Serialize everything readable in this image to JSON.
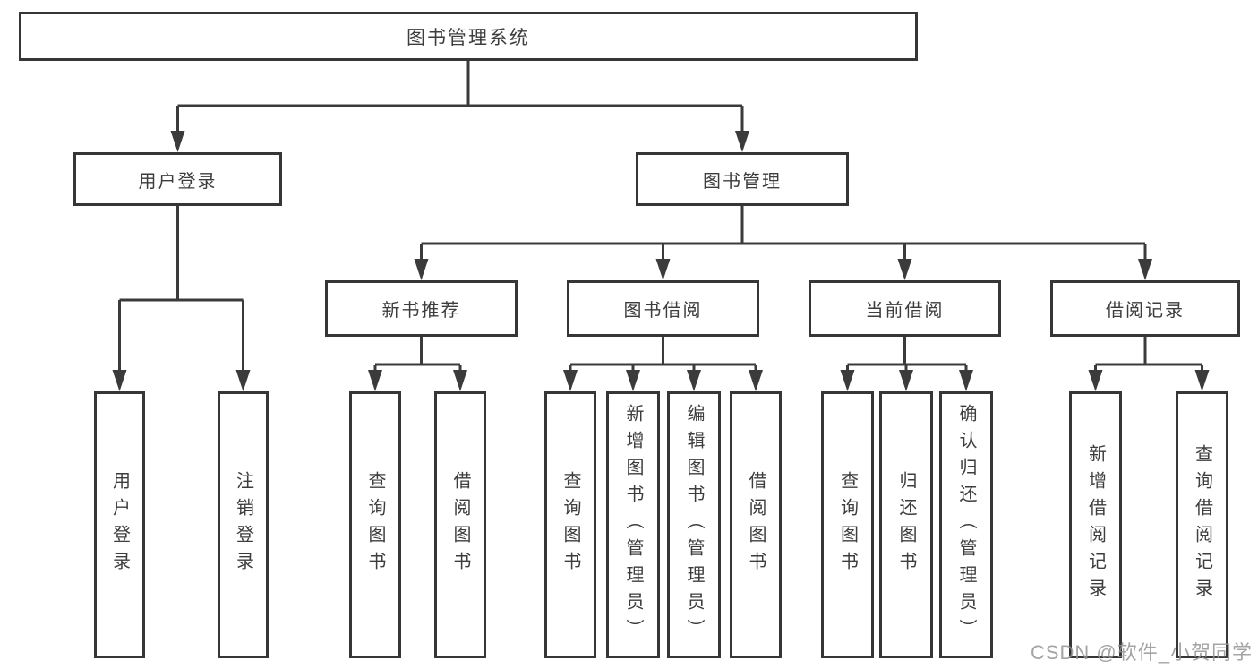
{
  "diagram": {
    "title": "图书管理系统",
    "watermark": "CSDN @软件_小贺同学",
    "colors": {
      "line": "#3b3b3b",
      "box_border": "#363636",
      "text": "#3d3d3d",
      "background": "#ffffff",
      "watermark": "#949494"
    },
    "nodes": {
      "root": "图书管理系统",
      "userLogin": "用户登录",
      "bookMgmt": "图书管理",
      "newBookRec": "新书推荐",
      "bookBorrow": "图书借阅",
      "currentBorrow": "当前借阅",
      "borrowRecords": "借阅记录",
      "leafUserLogin": "用户登录",
      "leafLogout": "注销登录",
      "leafQueryBooks1": "查询图书",
      "leafBorrowBooks1": "借阅图书",
      "leafQueryBooks2": "查询图书",
      "leafAddBook": "新增图书（管理员）",
      "leafEditBook": "编辑图书（管理员）",
      "leafBorrowBooks2": "借阅图书",
      "leafQueryBooks3": "查询图书",
      "leafReturnBook": "归还图书",
      "leafConfirmReturn": "确认归还（管理员）",
      "leafAddBorrowRecord": "新增借阅记录",
      "leafQueryBorrowRecord": "查询借阅记录"
    }
  }
}
